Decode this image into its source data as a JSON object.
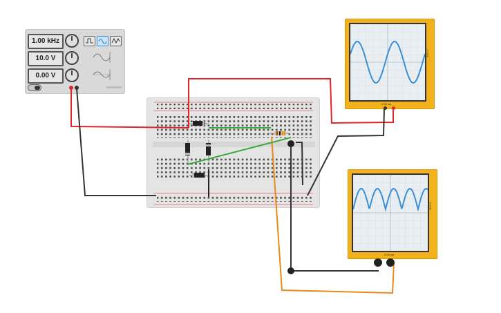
{
  "function_generator": {
    "frequency": "1.00 kHz",
    "amplitude": "10.0 V",
    "dc_offset": "0.00 V",
    "waveforms": [
      "square-wave",
      "sine-wave",
      "triangle-wave"
    ],
    "selected_waveform": "sine-wave"
  },
  "oscilloscope_1": {
    "time_label": "2.00 ms",
    "volt_label": "20.0 V"
  },
  "oscilloscope_2": {
    "time_label": "2.00 ms",
    "volt_label": "10.0 V"
  },
  "colors": {
    "wire_red": "#e0242a",
    "wire_black": "#333333",
    "wire_green": "#3aa83a",
    "wire_orange": "#e8891a",
    "scope_body": "#f3b21b",
    "trace": "#3a8fd6"
  }
}
